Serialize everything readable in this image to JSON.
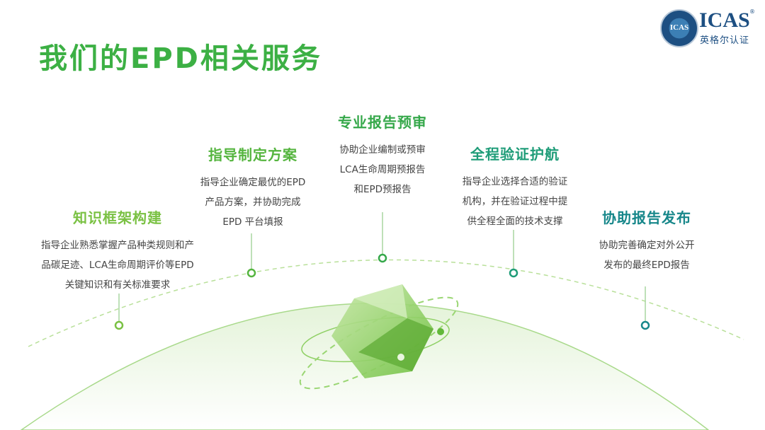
{
  "title": "我们的EPD相关服务",
  "logo": {
    "seal_text": "ICAS",
    "brand": "ICAS",
    "registered": "®",
    "cn_name": "英格尔认证"
  },
  "services": [
    {
      "title": "知识框架构建",
      "color": "#7ac143",
      "lines": [
        "指导企业熟悉掌握产品种类规则和产",
        "品碳足迹、LCA生命周期评价等EPD",
        "关键知识和有关标准要求"
      ]
    },
    {
      "title": "指导制定方案",
      "color": "#55b53f",
      "lines": [
        "指导企业确定最优的EPD",
        "产品方案，并协助完成",
        "EPD 平台填报"
      ]
    },
    {
      "title": "专业报告预审",
      "color": "#35a84a",
      "lines": [
        "协助企业编制或预审",
        "LCA生命周期预报告",
        "和EPD预报告"
      ]
    },
    {
      "title": "全程验证护航",
      "color": "#1e9c78",
      "lines": [
        "指导企业选择合适的验证",
        "机构，并在验证过程中提",
        "供全程全面的技术支撑"
      ]
    },
    {
      "title": "协助报告发布",
      "color": "#17878a",
      "lines": [
        "协助完善确定对外公开",
        "发布的最终EPD报告"
      ]
    }
  ]
}
